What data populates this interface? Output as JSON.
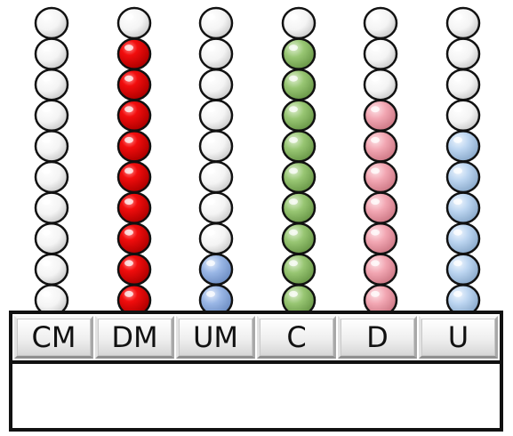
{
  "columns": [
    {
      "label": "CM",
      "counted_beads": 0,
      "color": "#e8e8e8"
    },
    {
      "label": "DM",
      "counted_beads": 9,
      "color": "#e00000"
    },
    {
      "label": "UM",
      "counted_beads": 2,
      "color": "#8faee0"
    },
    {
      "label": "C",
      "counted_beads": 9,
      "color": "#8fc06a"
    },
    {
      "label": "D",
      "counted_beads": 7,
      "color": "#f0a0ad"
    },
    {
      "label": "U",
      "counted_beads": 6,
      "color": "#b8d4f0"
    }
  ],
  "beads_per_rod": 10,
  "empty_bead_color": "#ffffff",
  "answer_text": ""
}
